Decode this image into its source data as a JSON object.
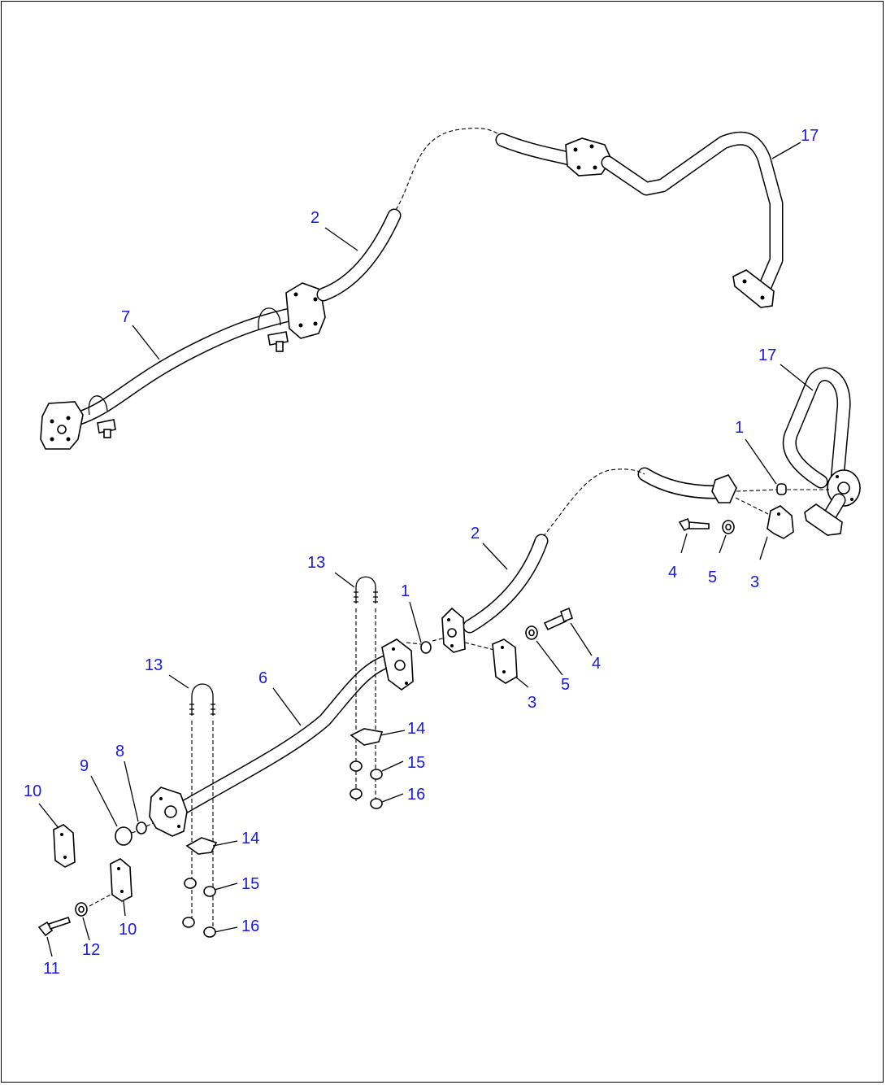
{
  "callouts": {
    "upper_hose_2": "2",
    "upper_pipe_7": "7",
    "upper_pipe_17": "17",
    "lower_pipe_17": "17",
    "lower_oring_1": "1",
    "lower_bolt_4": "4",
    "lower_washer_5": "5",
    "lower_clamp_3": "3",
    "lower_hose_2": "2",
    "ubolt_13_right": "13",
    "oring_1_mid": "1",
    "clamp_3_mid": "3",
    "washer_5_mid": "5",
    "bolt_4_mid": "4",
    "ubolt_13_left": "13",
    "pipe_6": "6",
    "plate_14_right": "14",
    "washer_15_right": "15",
    "nut_16_right": "16",
    "plug_9": "9",
    "oring_8": "8",
    "clamp_10_top": "10",
    "clamp_10_bottom": "10",
    "plate_14_left": "14",
    "washer_15_left": "15",
    "nut_16_left": "16",
    "bolt_11": "11",
    "washer_12": "12"
  },
  "colors": {
    "callout": "#1a1adb",
    "line": "#000000",
    "background": "#ffffff"
  }
}
